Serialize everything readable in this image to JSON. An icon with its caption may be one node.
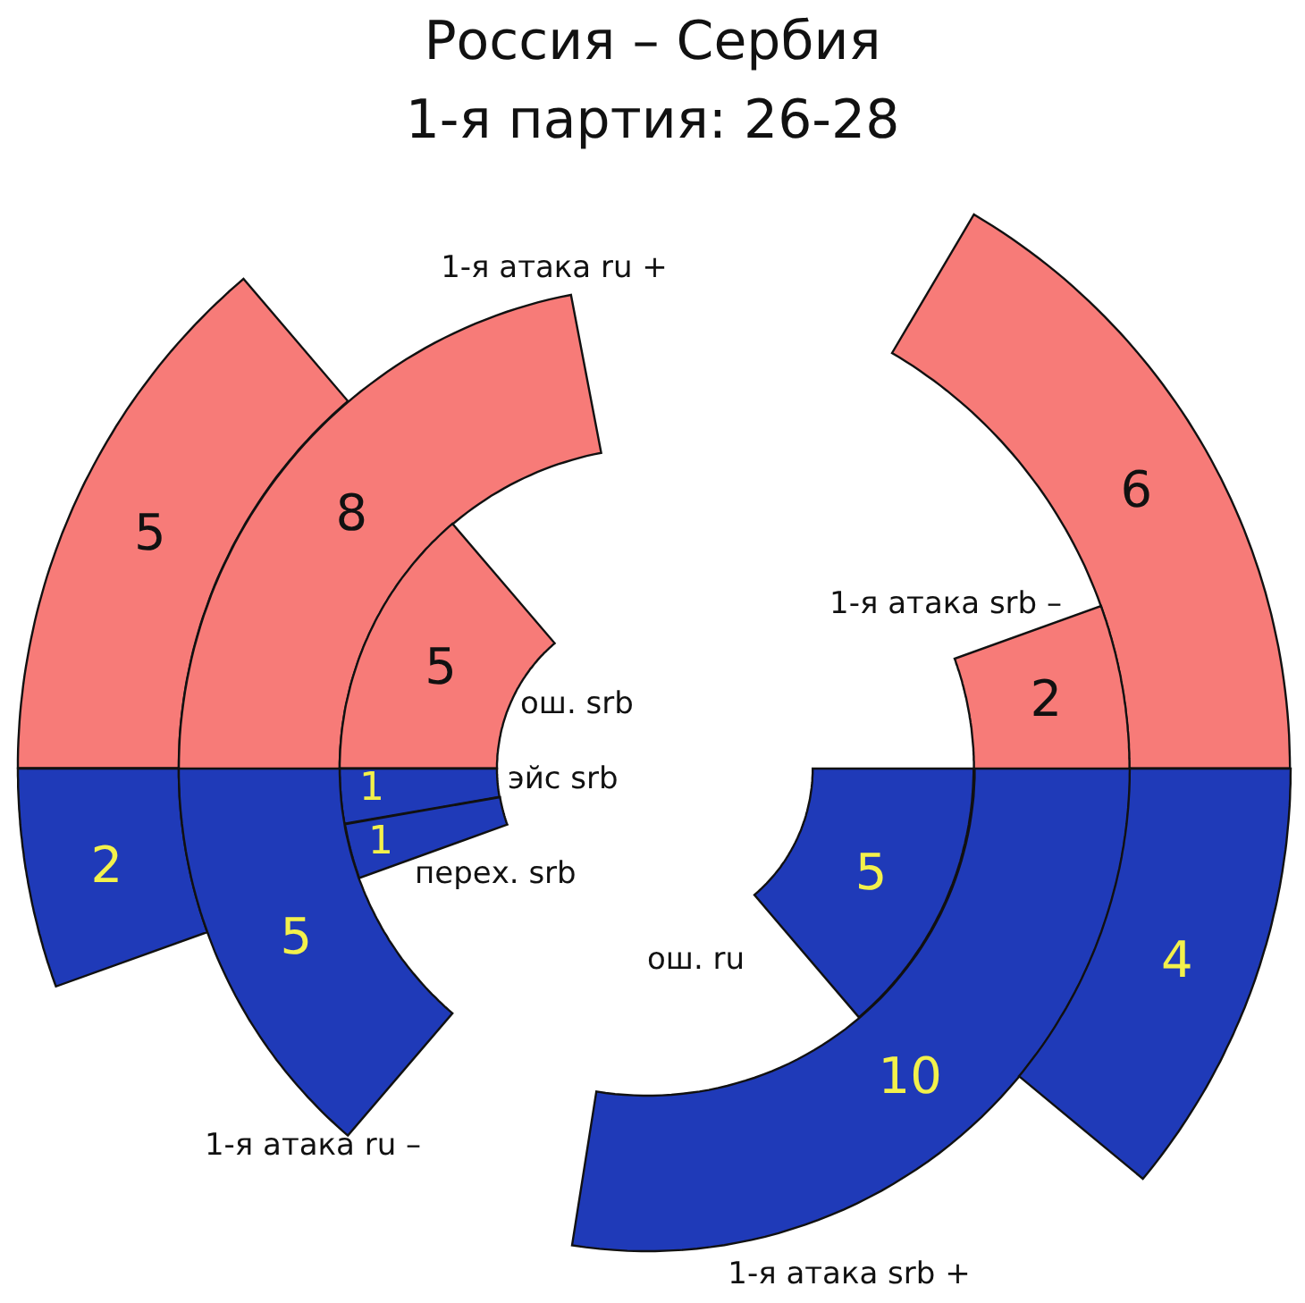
{
  "diagram": {
    "title": "Россия – Сербия",
    "nodes": [
      {
        "text": [
          "5"
        ]
      },
      {
        "text": [
          "8"
        ],
        "beside": [
          "1-я атака ru +"
        ]
      },
      {
        "text": [
          "5"
        ],
        "beside": [
          "ош. srb"
        ]
      },
      {
        "text": [
          "1"
        ],
        "beside": [
          "эйс srb"
        ]
      },
      {
        "text": [
          "1"
        ],
        "beside": [
          "перех. srb"
        ]
      },
      {
        "text": [
          "2"
        ]
      },
      {
        "text": [
          "5"
        ],
        "beside": [
          "1-я атака ru –"
        ]
      },
      {
        "text": [
          "6"
        ]
      },
      {
        "text": [
          "2"
        ],
        "beside": [
          "1-я атака srb –"
        ]
      },
      {
        "text": [
          "5"
        ],
        "beside": [
          "ош. ru"
        ]
      },
      {
        "text": [
          "10"
        ],
        "beside": [
          "1-я атака srb +"
        ]
      },
      {
        "text": [
          "4"
        ]
      }
    ],
    "labels": [
      "1-я партия: 26-28"
    ]
  }
}
